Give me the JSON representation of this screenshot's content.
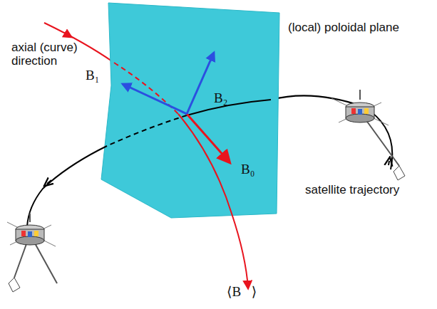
{
  "diagram": {
    "labels": [
      "(local) poloidal plane",
      "axial (curve) direction",
      "B₂",
      "B₁",
      "B₀",
      "satellite trajectory",
      "⟨B⃗⟩"
    ]
  }
}
